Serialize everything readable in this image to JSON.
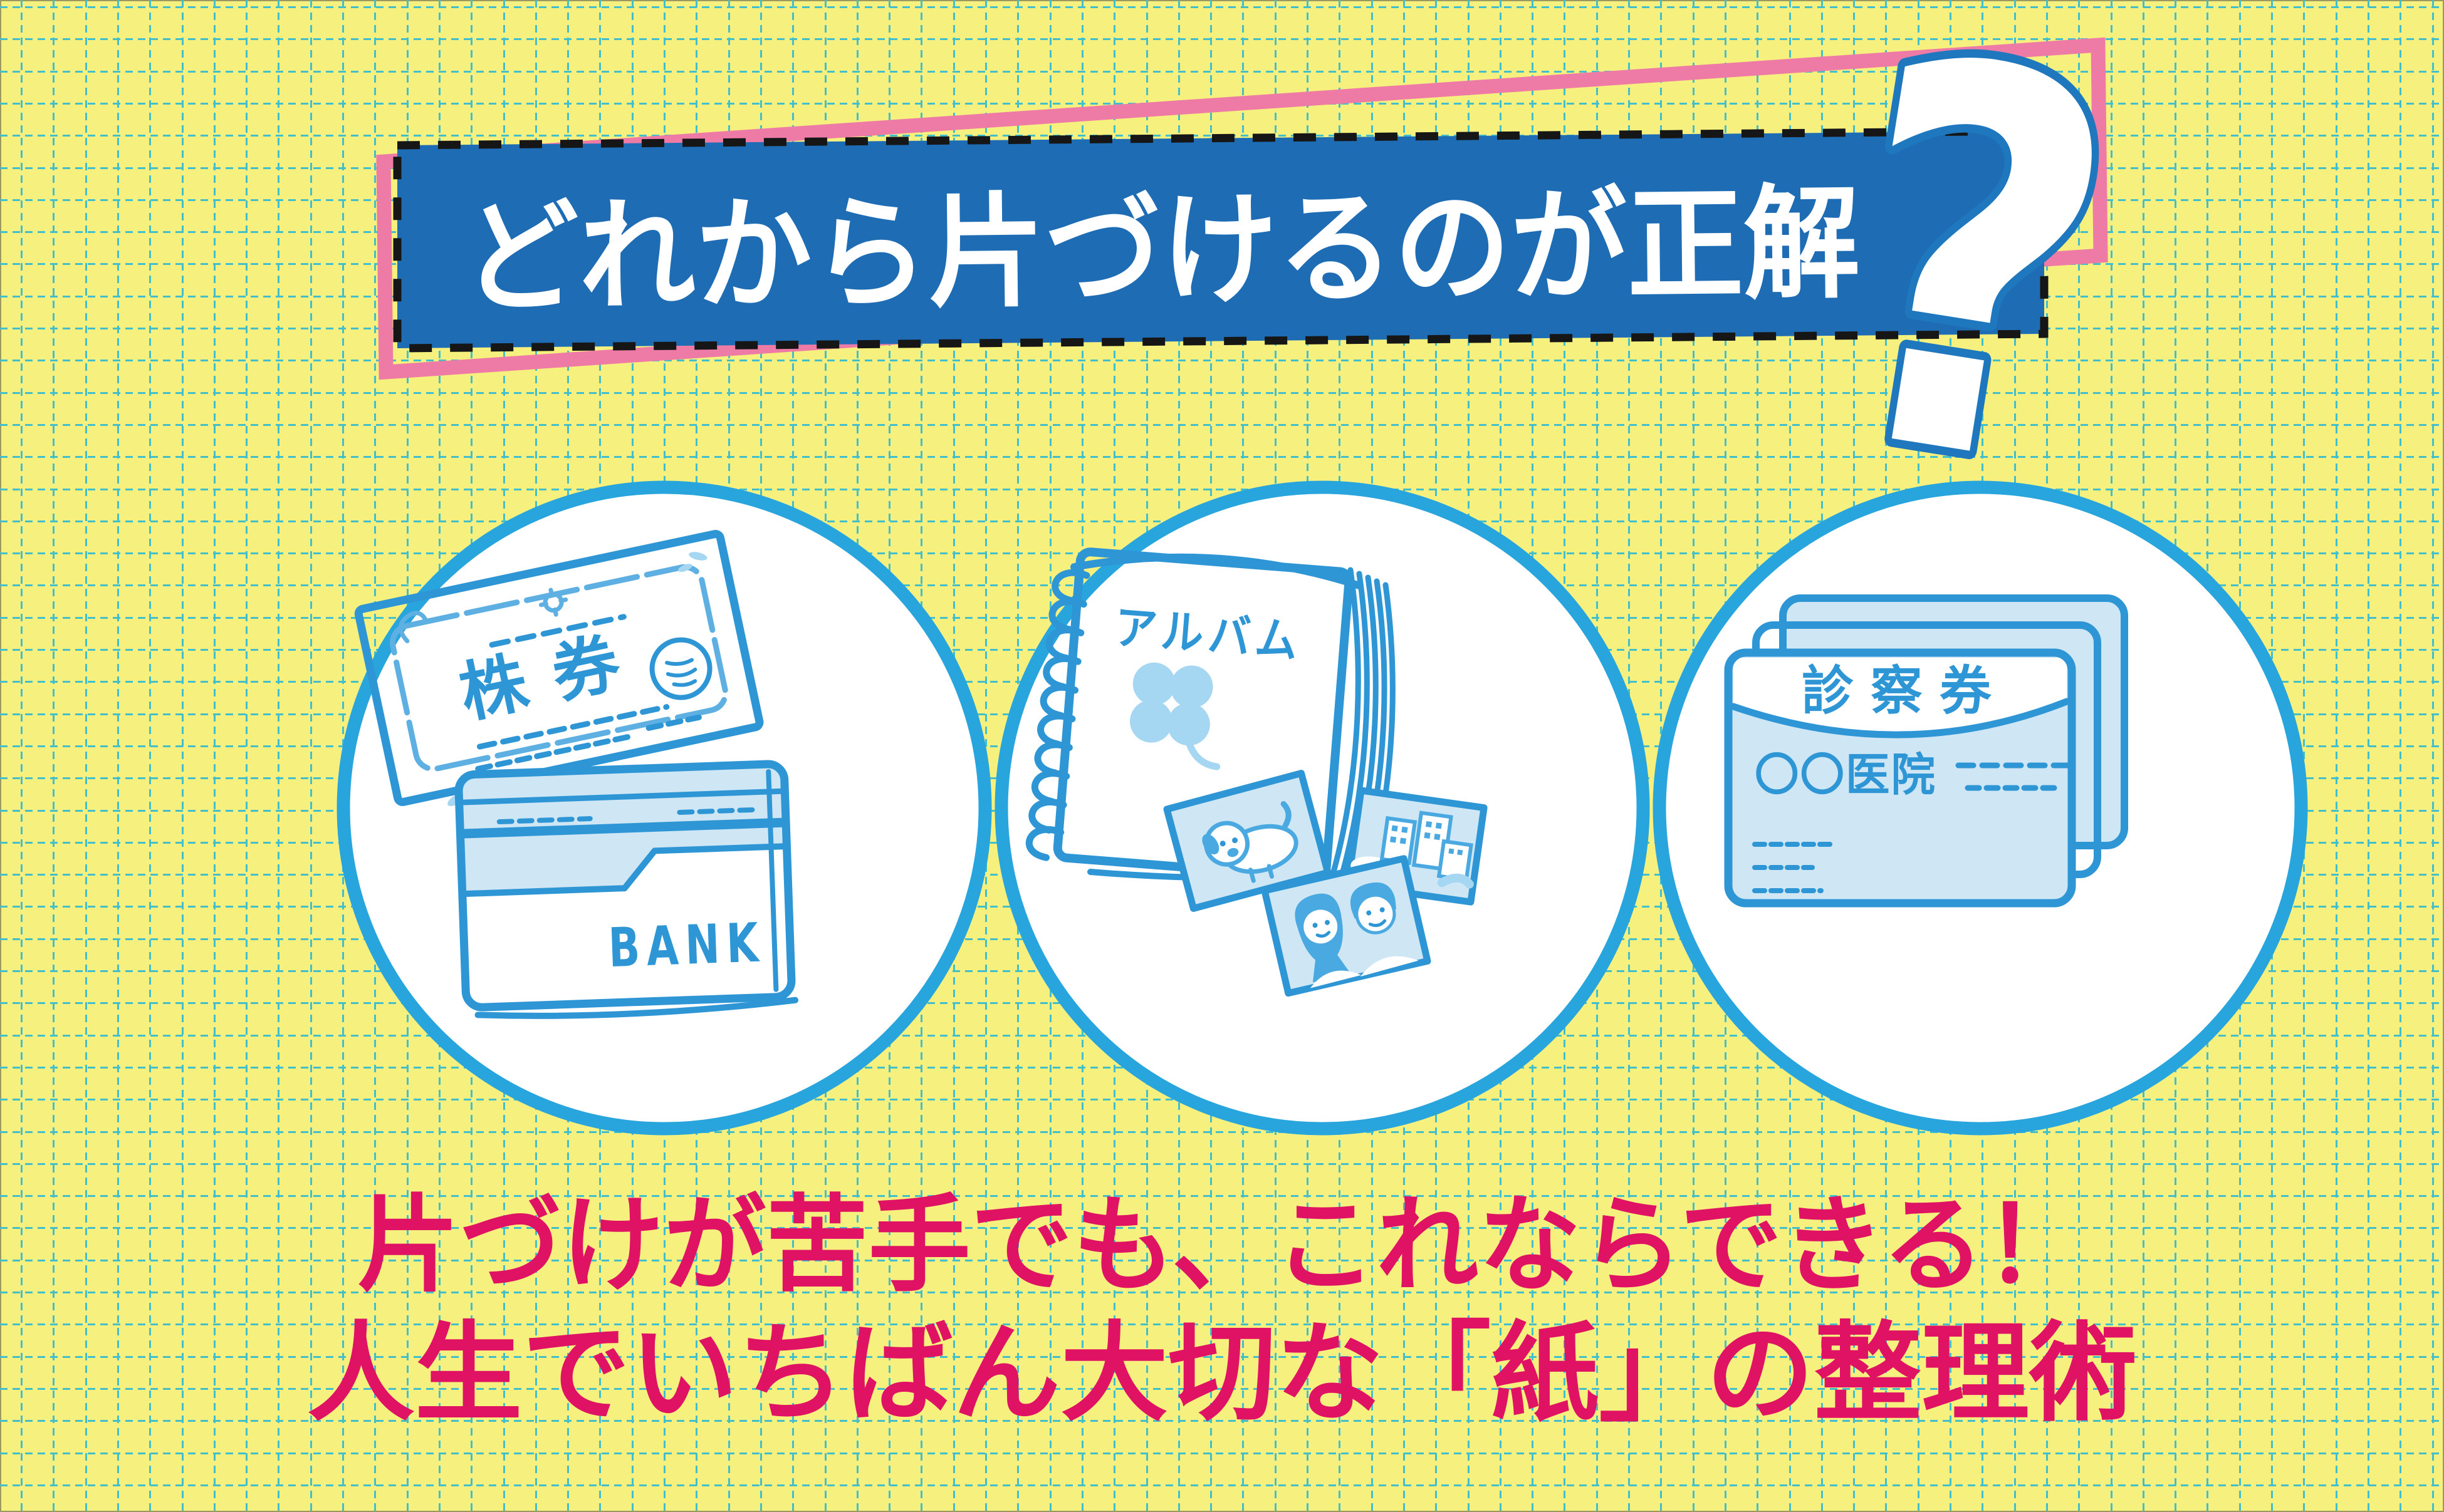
{
  "poster": {
    "header": {
      "title": "どれから片づけるのが正解",
      "question_mark": "?"
    },
    "options": [
      {
        "name": "securities-and-bankbook",
        "certificate_label": "株券",
        "bankbook_label": "BANK"
      },
      {
        "name": "photo-album",
        "album_label": "アルバム"
      },
      {
        "name": "medical-cards",
        "card_title": "診察券",
        "clinic_name": "〇〇医院"
      }
    ],
    "footer": {
      "line1": "片づけが苦手でも、これならできる！",
      "line2": "人生でいちばん大切な「紙」の整理術"
    }
  },
  "colors": {
    "background-yellow": "#F6F17E",
    "grid-teal": "#43BECB",
    "banner-blue": "#1E6CB3",
    "frame-pink": "#EE7BA6",
    "headline-pink": "#E01263",
    "circle-outline-blue": "#29A5DD",
    "illustration-blue": "#2F96D6",
    "illustration-light-blue": "#CFE7F5",
    "illustration-pale-blue": "#A6D7F2",
    "dash-border-black": "#161616",
    "white": "#FFFFFF"
  }
}
